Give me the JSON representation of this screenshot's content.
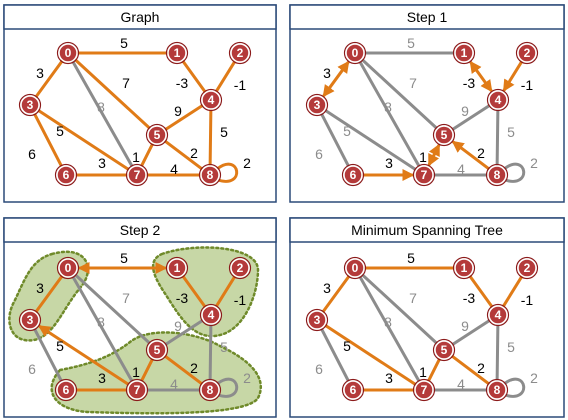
{
  "colors": {
    "mst_edge": "#e07b17",
    "other_edge": "#8c8c8c",
    "node_fill": "#b43a3a",
    "node_ring": "#7a1414",
    "cluster_fill": "#c7d7a6",
    "cluster_stroke": "#6f8a2a",
    "frame": "#2b4a79"
  },
  "nodes": [
    "0",
    "1",
    "2",
    "3",
    "4",
    "5",
    "6",
    "7",
    "8"
  ],
  "edges": [
    {
      "a": "0",
      "b": "1",
      "w": "5"
    },
    {
      "a": "0",
      "b": "3",
      "w": "3"
    },
    {
      "a": "0",
      "b": "5",
      "w": "7"
    },
    {
      "a": "0",
      "b": "7",
      "w": "8"
    },
    {
      "a": "1",
      "b": "4",
      "w": "-3"
    },
    {
      "a": "2",
      "b": "4",
      "w": "-1"
    },
    {
      "a": "3",
      "b": "6",
      "w": "6"
    },
    {
      "a": "3",
      "b": "7",
      "w": "5"
    },
    {
      "a": "4",
      "b": "5",
      "w": "9"
    },
    {
      "a": "4",
      "b": "8",
      "w": "5"
    },
    {
      "a": "5",
      "b": "7",
      "w": "1"
    },
    {
      "a": "5",
      "b": "8",
      "w": "2"
    },
    {
      "a": "6",
      "b": "7",
      "w": "3"
    },
    {
      "a": "7",
      "b": "8",
      "w": "4"
    },
    {
      "a": "8",
      "b": "8",
      "w": "2"
    }
  ],
  "panels": [
    {
      "title": "Graph",
      "orange_edges": [
        "0-1",
        "0-3",
        "0-5",
        "1-4",
        "2-4",
        "3-6",
        "3-7",
        "4-5",
        "4-8",
        "5-7",
        "5-8",
        "6-7",
        "7-8",
        "8-8"
      ],
      "arrows": [],
      "clusters": false
    },
    {
      "title": "Step 1",
      "orange_edges": [
        "0-3",
        "1-4",
        "2-4",
        "5-7",
        "5-8",
        "6-7"
      ],
      "arrows": [
        {
          "edge": "0-3",
          "dir": "both"
        },
        {
          "edge": "1-4",
          "dir": "both"
        },
        {
          "edge": "2-4",
          "dir": "to-b"
        },
        {
          "edge": "5-7",
          "dir": "both"
        },
        {
          "edge": "5-8",
          "dir": "to-a"
        },
        {
          "edge": "6-7",
          "dir": "to-b"
        }
      ],
      "clusters": false
    },
    {
      "title": "Step 2",
      "orange_edges": [
        "0-1",
        "0-3",
        "1-4",
        "2-4",
        "3-7",
        "5-7",
        "5-8",
        "6-7"
      ],
      "arrows": [
        {
          "edge": "0-1",
          "dir": "both"
        },
        {
          "edge": "3-7",
          "dir": "to-a"
        }
      ],
      "clusters": true
    },
    {
      "title": "Minimum Spanning Tree",
      "orange_edges": [
        "0-1",
        "0-3",
        "1-4",
        "2-4",
        "3-7",
        "5-7",
        "5-8",
        "6-7"
      ],
      "arrows": [],
      "clusters": false
    }
  ]
}
